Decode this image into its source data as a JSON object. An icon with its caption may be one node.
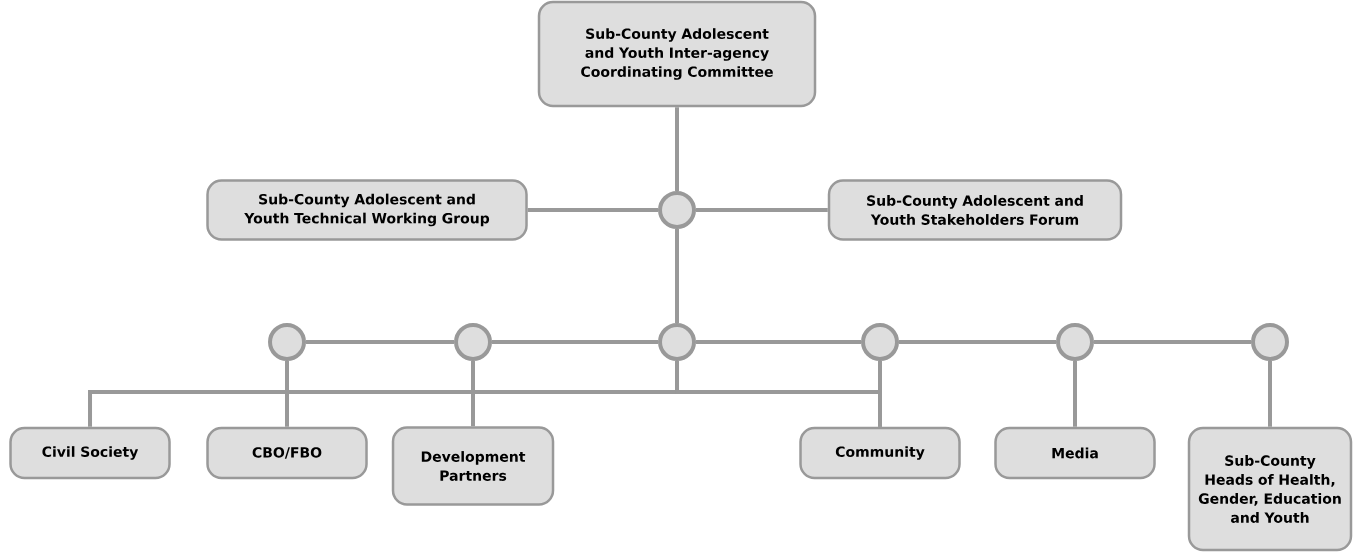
{
  "diagram": {
    "nodes": [
      {
        "text": [
          "Sub-County Adolescent and Youth Inter-agency Coordinating Committee"
        ]
      },
      {
        "text": [
          "Sub-County Adolescent and Youth Technical Working Group"
        ]
      },
      {
        "text": [],
        "shape": "circle"
      },
      {
        "text": [
          "Sub-County Adolescent and Youth Stakeholders Forum"
        ]
      },
      {
        "text": [],
        "shape": "circle"
      },
      {
        "text": [],
        "shape": "circle"
      },
      {
        "text": [],
        "shape": "circle"
      },
      {
        "text": [],
        "shape": "circle"
      },
      {
        "text": [],
        "shape": "circle"
      },
      {
        "text": [],
        "shape": "circle"
      },
      {
        "text": [
          "Civil Society"
        ]
      },
      {
        "text": [
          "CBO/FBO"
        ]
      },
      {
        "text": [
          "Development Partners"
        ]
      },
      {
        "text": [
          "Community"
        ]
      },
      {
        "text": [
          "Media"
        ]
      },
      {
        "text": [
          "Sub-County Heads of Health, Gender, Education and Youth"
        ]
      }
    ],
    "edges": [
      {
        "from": 0,
        "to": 2,
        "arrow": "none"
      },
      {
        "from": 1,
        "to": 2,
        "arrow": "none"
      },
      {
        "from": 2,
        "to": 3,
        "arrow": "none"
      },
      {
        "from": 2,
        "to": 6,
        "arrow": "none"
      },
      {
        "from": 4,
        "to": 5,
        "arrow": "none"
      },
      {
        "from": 5,
        "to": 6,
        "arrow": "none"
      },
      {
        "from": 6,
        "to": 7,
        "arrow": "none"
      },
      {
        "from": 7,
        "to": 8,
        "arrow": "none"
      },
      {
        "from": 8,
        "to": 9,
        "arrow": "none"
      },
      {
        "from": 4,
        "to": 11,
        "arrow": "none"
      },
      {
        "from": 5,
        "to": 12,
        "arrow": "none"
      },
      {
        "from": 6,
        "to": 10,
        "arrow": "none"
      },
      {
        "from": 6,
        "to": 13,
        "arrow": "none"
      },
      {
        "from": 7,
        "to": 13,
        "arrow": "none"
      },
      {
        "from": 8,
        "to": 14,
        "arrow": "none"
      },
      {
        "from": 9,
        "to": 15,
        "arrow": "none"
      }
    ]
  }
}
